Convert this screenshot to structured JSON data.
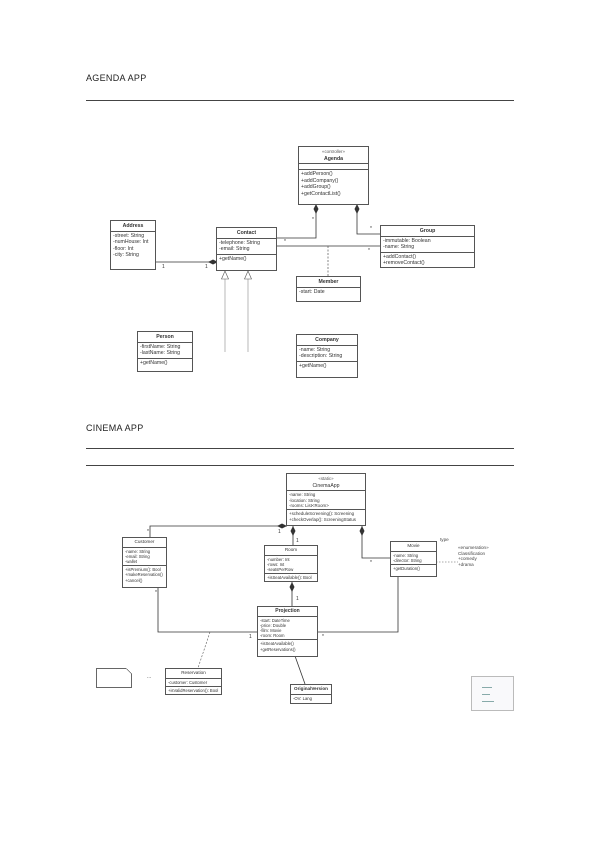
{
  "sections": {
    "agenda_title": "AGENDA APP",
    "cinema_title": "CINEMA APP"
  },
  "agenda": {
    "agenda_class": {
      "stereotype": "«controller»",
      "name": "Agenda",
      "attributes": [],
      "methods": [
        "+addPerson()",
        "+addCompany()",
        "+addGroup()",
        "+getContactList()"
      ]
    },
    "address": {
      "name": "Address",
      "attributes": [
        "-street: String",
        "-numHouse: Int",
        "-floor: Int",
        "-city: String"
      ],
      "methods": []
    },
    "contact": {
      "name": "Contact",
      "attributes": [
        "-telephone: String",
        "-email: String"
      ],
      "methods": [
        "+getName()"
      ]
    },
    "group": {
      "name": "Group",
      "attributes": [
        "-immutable: Boolean",
        "-name: String"
      ],
      "methods": [
        "+addContact()",
        "+removeContact()"
      ]
    },
    "member": {
      "name": "Member",
      "attributes": [
        "-start: Date"
      ],
      "methods": []
    },
    "person": {
      "name": "Person",
      "attributes": [
        "-firstName: String",
        "-lastName: String"
      ],
      "methods": [
        "+getName()"
      ]
    },
    "company": {
      "name": "Company",
      "attributes": [
        "-name: String",
        "-description: String"
      ],
      "methods": [
        "+getName()"
      ]
    },
    "multiplicities": {
      "address_left": "1",
      "address_right": "1",
      "contact_group": "*",
      "group_contact": "*",
      "agenda_contact": "*",
      "agenda_group": "*"
    }
  },
  "cinema": {
    "cinema_app": {
      "stereotype": "«static»",
      "name": "CinemaApp",
      "attributes": [
        "-name: String",
        "-location: String",
        "-rooms: List<Room>"
      ],
      "methods": [
        "+scheduleScreening(): Screening",
        "+checkOverlap(): ScreeningStatus"
      ]
    },
    "customer": {
      "name": "Customer",
      "attributes": [
        "-name: String",
        "-email: String",
        "-wallet"
      ],
      "methods": [
        "+isPremium(): Bool",
        "+makeReservation()",
        "+cancel()"
      ]
    },
    "room": {
      "name": "Room",
      "attributes": [
        "-number: Int",
        "-rows: Int",
        "-seatsPerRow"
      ],
      "methods": [
        "+isSeatAvailable(): Bool"
      ]
    },
    "movie": {
      "name": "Movie",
      "attributes": [
        "-name: String",
        "-director: String"
      ],
      "methods": [
        "+getDuration()"
      ]
    },
    "movie_note": [
      "«enumeration»",
      "Classification",
      "+comedy",
      "+drama"
    ],
    "movie_tag": "type",
    "projection": {
      "name": "Projection",
      "attributes": [
        "-start: DateTime",
        "-price: Double",
        "-film: Movie",
        "-room: Room"
      ],
      "methods": [
        "+isSeatAvailable()",
        "+getReservations()"
      ]
    },
    "reservation": {
      "name": "Reservation",
      "attributes": [
        "-customer: Customer"
      ],
      "methods": [
        "+isValidReservation(): Bool"
      ]
    },
    "original_version": {
      "name": "OriginalVersion",
      "attributes": [
        "-OV: Lang"
      ],
      "methods": []
    },
    "note_ellipsis": "...",
    "multiplicities": {
      "app_customer": "*",
      "app_room": "1",
      "app_room_b": "1",
      "room_proj": "1",
      "customer_proj": "*",
      "proj_customer": "1",
      "movie_proj": "*",
      "movie_app": "*"
    }
  }
}
